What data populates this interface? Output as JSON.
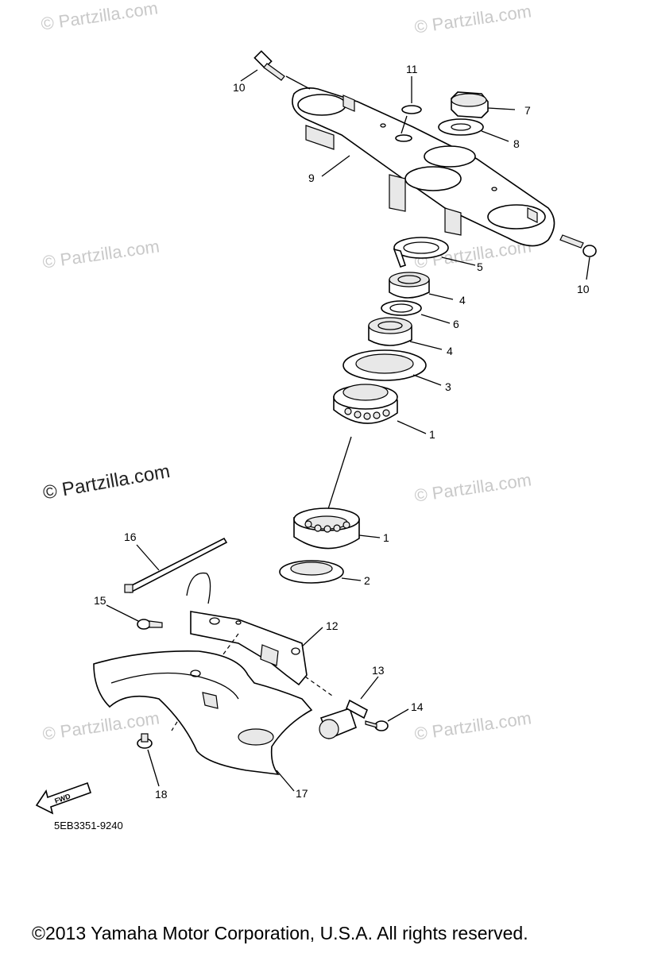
{
  "watermarks": {
    "small": "© Partzilla.com",
    "large": "© Partzilla.com"
  },
  "callouts": {
    "c1a": "1",
    "c1b": "1",
    "c2": "2",
    "c3": "3",
    "c4a": "4",
    "c4b": "4",
    "c5": "5",
    "c6": "6",
    "c7": "7",
    "c8": "8",
    "c9": "9",
    "c10a": "10",
    "c10b": "10",
    "c11": "11",
    "c12": "12",
    "c13": "13",
    "c14": "14",
    "c15": "15",
    "c16": "16",
    "c17": "17",
    "c18": "18"
  },
  "fwd_label": "FWD",
  "diagram_code": "5EB3351-9240",
  "copyright": "©2013  Yamaha Motor Corporation, U.S.A. All rights reserved."
}
